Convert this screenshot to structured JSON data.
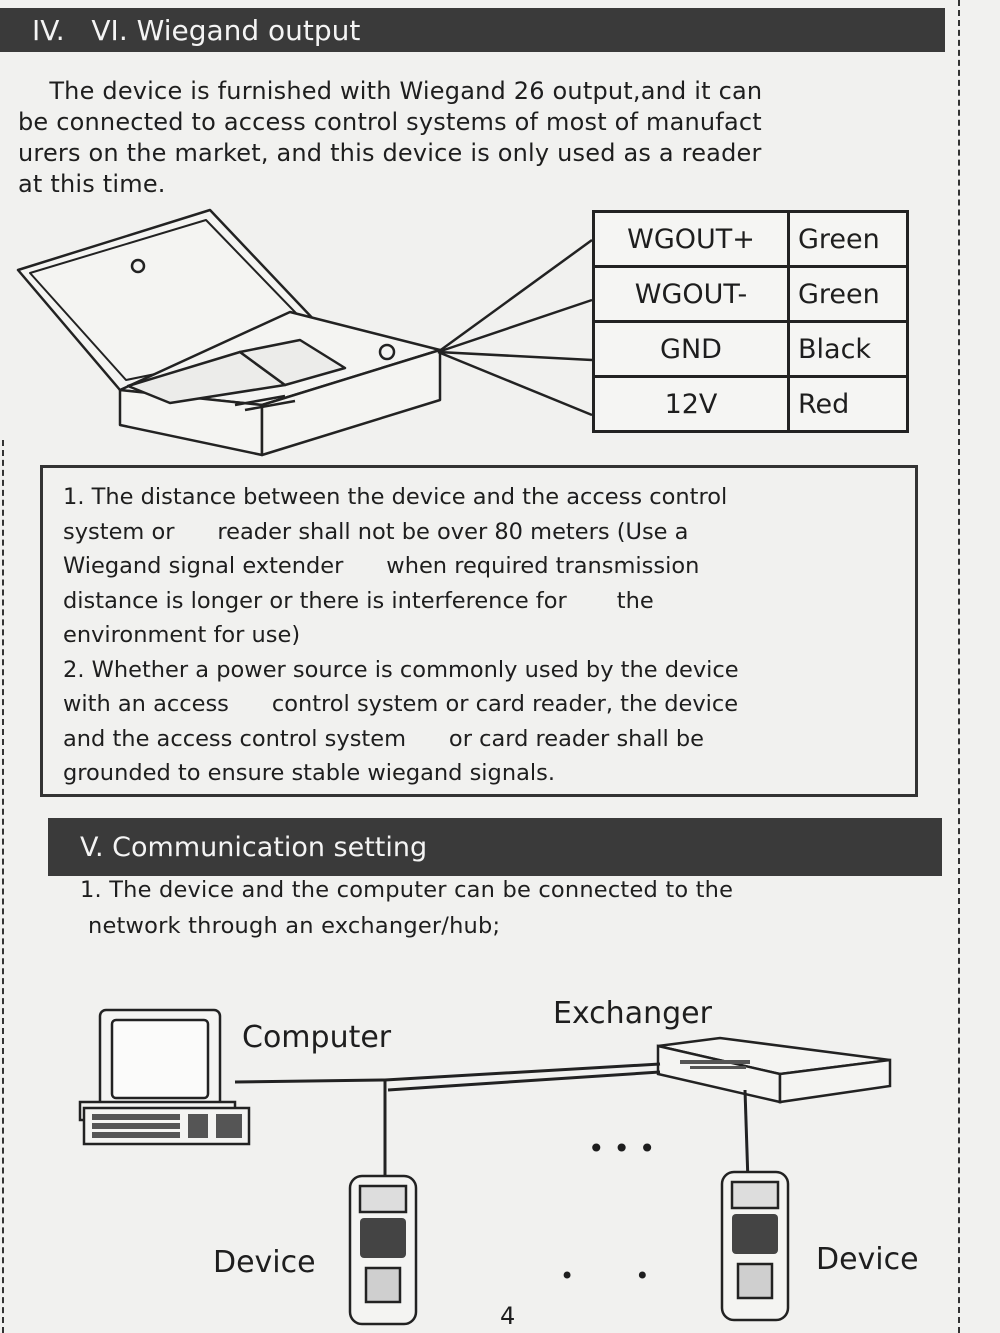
{
  "wiegand": {
    "header": "IV.   VI. Wiegand output",
    "intro_lines": [
      "    The device is furnished with Wiegand 26 output,and it can",
      "be connected to access control systems of most of manufact",
      "urers on the market, and this device is only used as a reader",
      "at this time."
    ],
    "wires": [
      {
        "signal": "WGOUT+",
        "color": "Green"
      },
      {
        "signal": "WGOUT-",
        "color": "Green"
      },
      {
        "signal": "GND",
        "color": "Black"
      },
      {
        "signal": "12V",
        "color": "Red"
      }
    ],
    "note_lines": [
      "1. The distance between the device and the access control",
      "system or      reader shall not be over 80 meters (Use a",
      "Wiegand signal extender      when required transmission",
      "distance is longer or there is interference for       the",
      "environment for use)",
      "2. Whether a power source is commonly used by the device",
      "with an access      control system or card reader, the device",
      "and the access control system      or card reader shall be",
      "grounded to ensure stable wiegand signals."
    ]
  },
  "communication": {
    "header": "V. Communication setting",
    "item_lines": [
      "1. The device and the computer can be connected to the",
      "network through an exchanger/hub;"
    ],
    "labels": {
      "computer": "Computer",
      "exchanger": "Exchanger",
      "device_left": "Device",
      "device_right": "Device"
    },
    "ellipsis": "• • •",
    "bottom_dots": "•        •"
  },
  "page_number": "4"
}
